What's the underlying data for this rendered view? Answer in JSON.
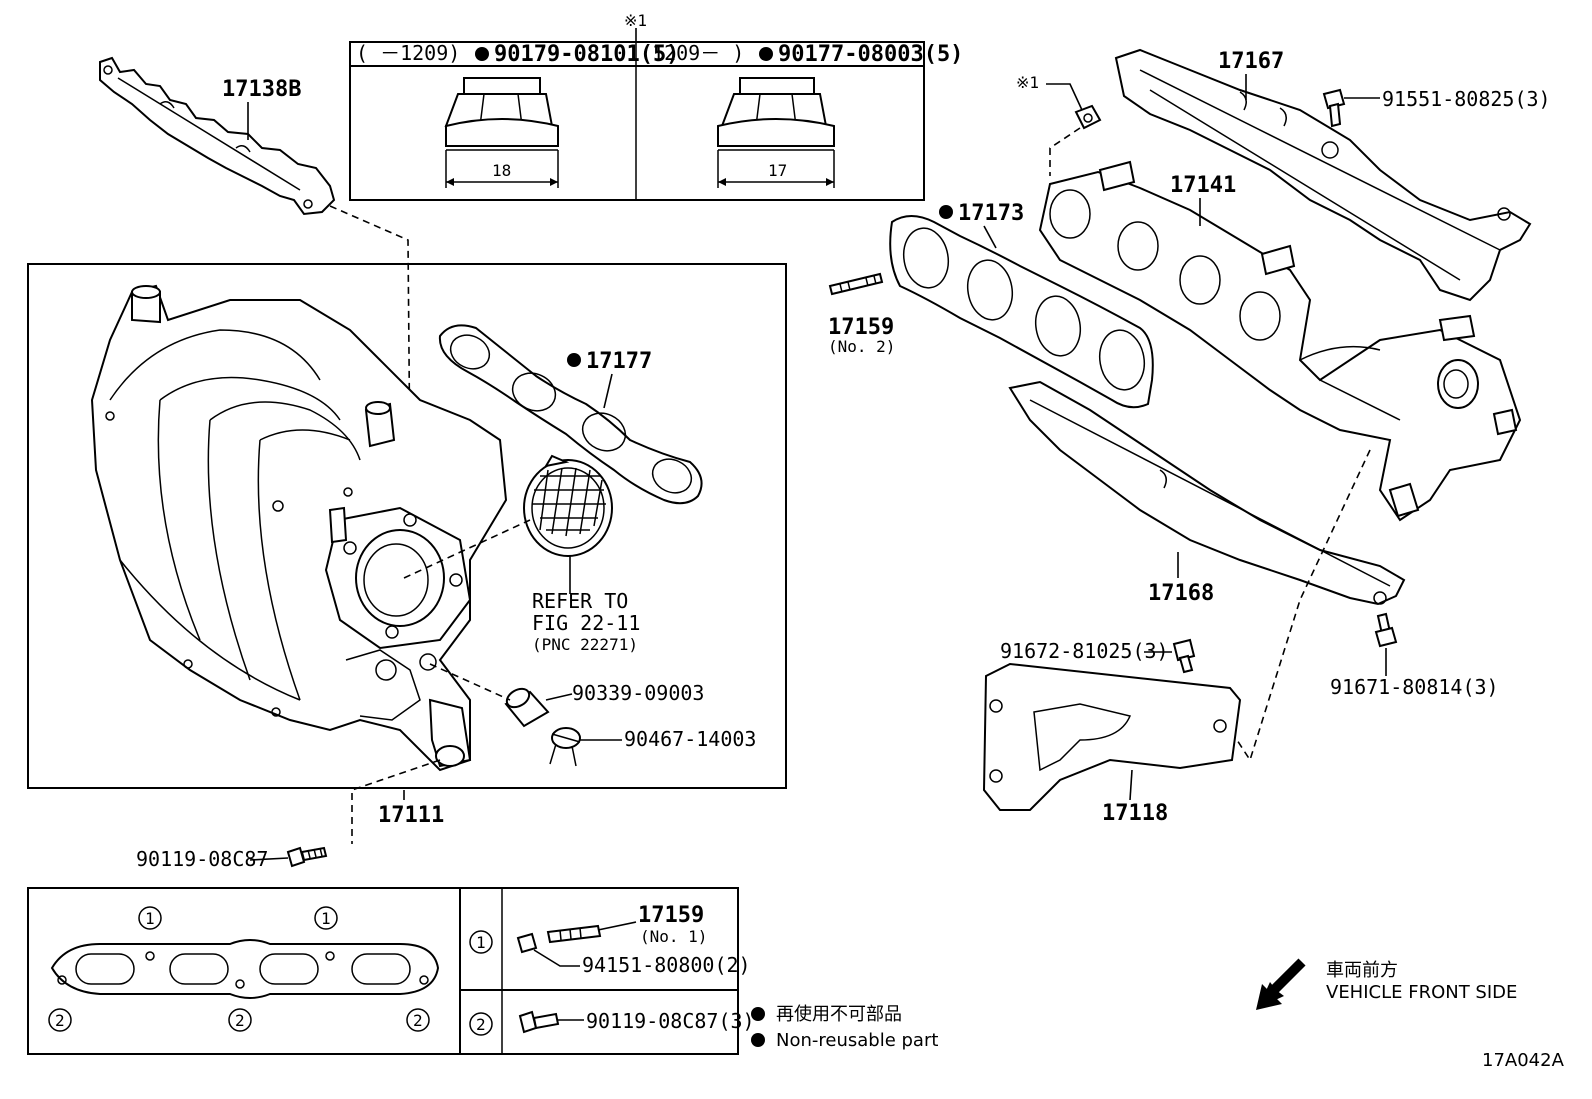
{
  "figure_id": "17A042A",
  "parts": {
    "p17138b": "17138B",
    "p17111": "17111",
    "p17177": "17177",
    "p17173": "17173",
    "p17141": "17141",
    "p17167": "17167",
    "p17168": "17168",
    "p17118": "17118",
    "p17159": "17159",
    "p17159_note": "(No. 2)",
    "p90339": "90339-09003",
    "p90467": "90467-14003",
    "p90119": "90119-08C87",
    "p91551": "91551-80825(3)",
    "p91672": "91672-81025(3)",
    "p91671": "91671-80814(3)",
    "note_ref": "※1"
  },
  "refer": {
    "line1": "REFER TO",
    "line2": "FIG 22-11",
    "line3": "(PNC 22271)"
  },
  "nut_table": {
    "mark": "※1",
    "left_range": "(      －1209)",
    "left_part": "90179-08101(5)",
    "left_size": "18",
    "right_range": "(1209－     )",
    "right_part": "90177-08003(5)",
    "right_size": "17"
  },
  "gasket_table": {
    "circle1": "1",
    "circle2": "2",
    "row1_part": "17159",
    "row1_note": "(No. 1)",
    "row1_nut": "94151-80800(2)",
    "row2_bolt": "90119-08C87(3)"
  },
  "legend": {
    "jp": "再使用不可部品",
    "en": "Non-reusable part"
  },
  "direction": {
    "jp": "車両前方",
    "en": "VEHICLE FRONT SIDE"
  }
}
